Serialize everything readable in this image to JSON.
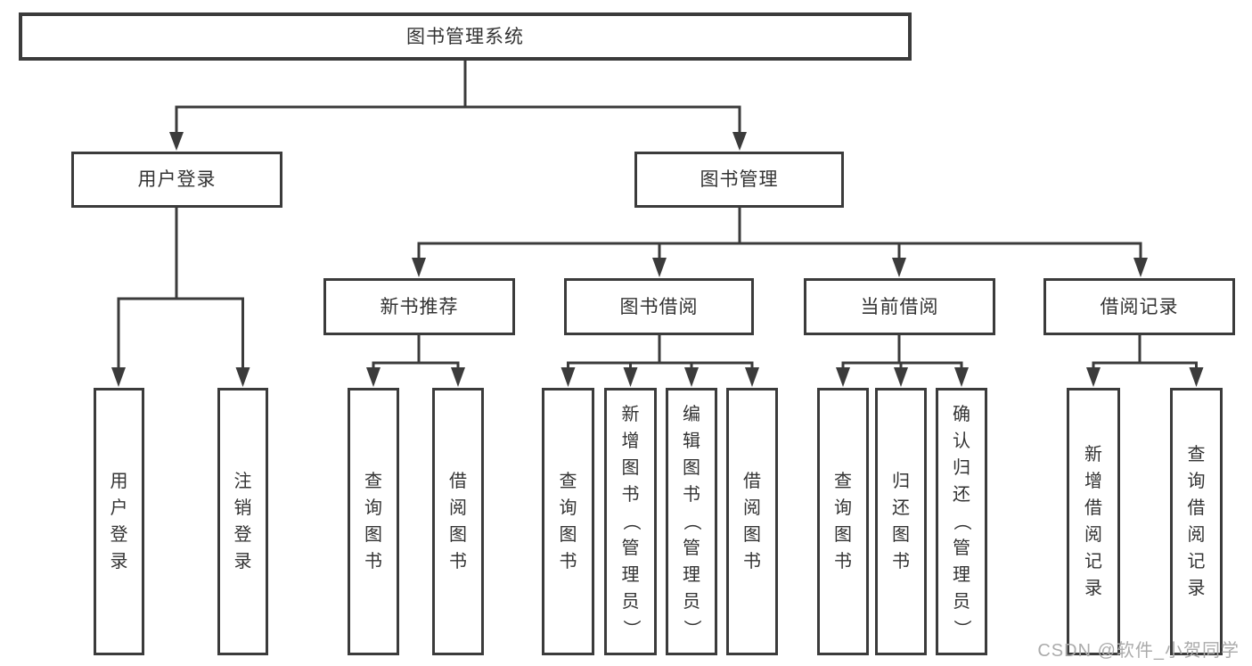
{
  "colors": {
    "line": "#3b3b3b",
    "text": "#333333",
    "watermark": "#ababab",
    "background": "#ffffff"
  },
  "watermark": "CSDN @软件_小贺同学",
  "tree": {
    "root": {
      "label": "图书管理系统",
      "children": [
        {
          "label": "用户登录",
          "children": [
            {
              "label": "用户登录"
            },
            {
              "label": "注销登录"
            }
          ]
        },
        {
          "label": "图书管理",
          "children": [
            {
              "label": "新书推荐",
              "children": [
                {
                  "label": "查询图书"
                },
                {
                  "label": "借阅图书"
                }
              ]
            },
            {
              "label": "图书借阅",
              "children": [
                {
                  "label": "查询图书"
                },
                {
                  "label": "新增图书（管理员）"
                },
                {
                  "label": "编辑图书（管理员）"
                },
                {
                  "label": "借阅图书"
                }
              ]
            },
            {
              "label": "当前借阅",
              "children": [
                {
                  "label": "查询图书"
                },
                {
                  "label": "归还图书"
                },
                {
                  "label": "确认归还（管理员）"
                }
              ]
            },
            {
              "label": "借阅记录",
              "children": [
                {
                  "label": "新增借阅记录"
                },
                {
                  "label": "查询借阅记录"
                }
              ]
            }
          ]
        }
      ]
    }
  }
}
